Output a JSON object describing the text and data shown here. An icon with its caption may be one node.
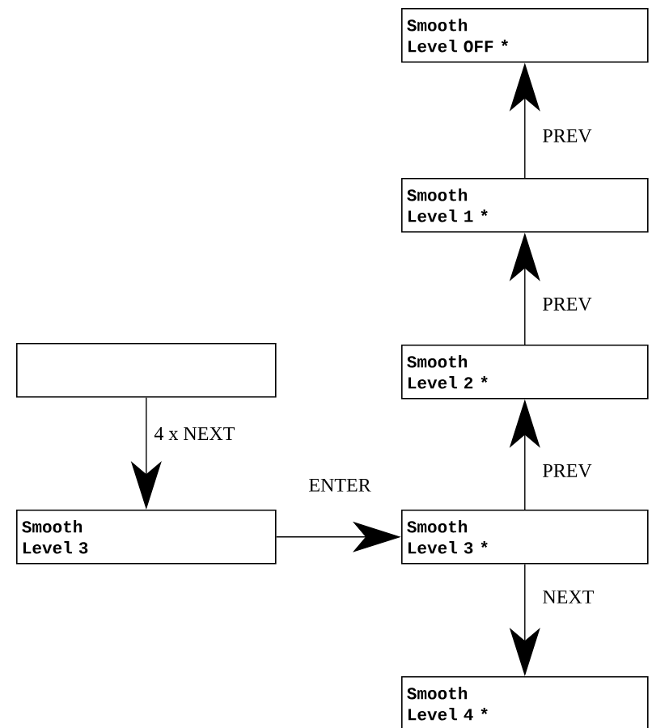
{
  "diagram": {
    "nodes": [
      {
        "text": [],
        "shape": "box"
      },
      {
        "text": [
          "Smooth",
          "Level 3"
        ]
      },
      {
        "text": [
          "Smooth",
          "Level OFF *"
        ]
      },
      {
        "text": [
          "Smooth",
          "Level 1 *"
        ]
      },
      {
        "text": [
          "Smooth",
          "Level 2 *"
        ]
      },
      {
        "text": [
          "Smooth",
          "Level 3 *"
        ]
      },
      {
        "text": [
          "Smooth",
          "Level 4 *"
        ]
      }
    ],
    "edges": [
      {
        "from": 0,
        "to": 1,
        "arrow": "to",
        "label": "4 x NEXT"
      },
      {
        "from": 1,
        "to": 5,
        "arrow": "to",
        "label": "ENTER"
      },
      {
        "from": 5,
        "to": 4,
        "arrow": "to",
        "label": "PREV"
      },
      {
        "from": 4,
        "to": 3,
        "arrow": "to",
        "label": "PREV"
      },
      {
        "from": 3,
        "to": 2,
        "arrow": "to",
        "label": "PREV"
      },
      {
        "from": 5,
        "to": 6,
        "arrow": "to",
        "label": "NEXT"
      }
    ]
  }
}
